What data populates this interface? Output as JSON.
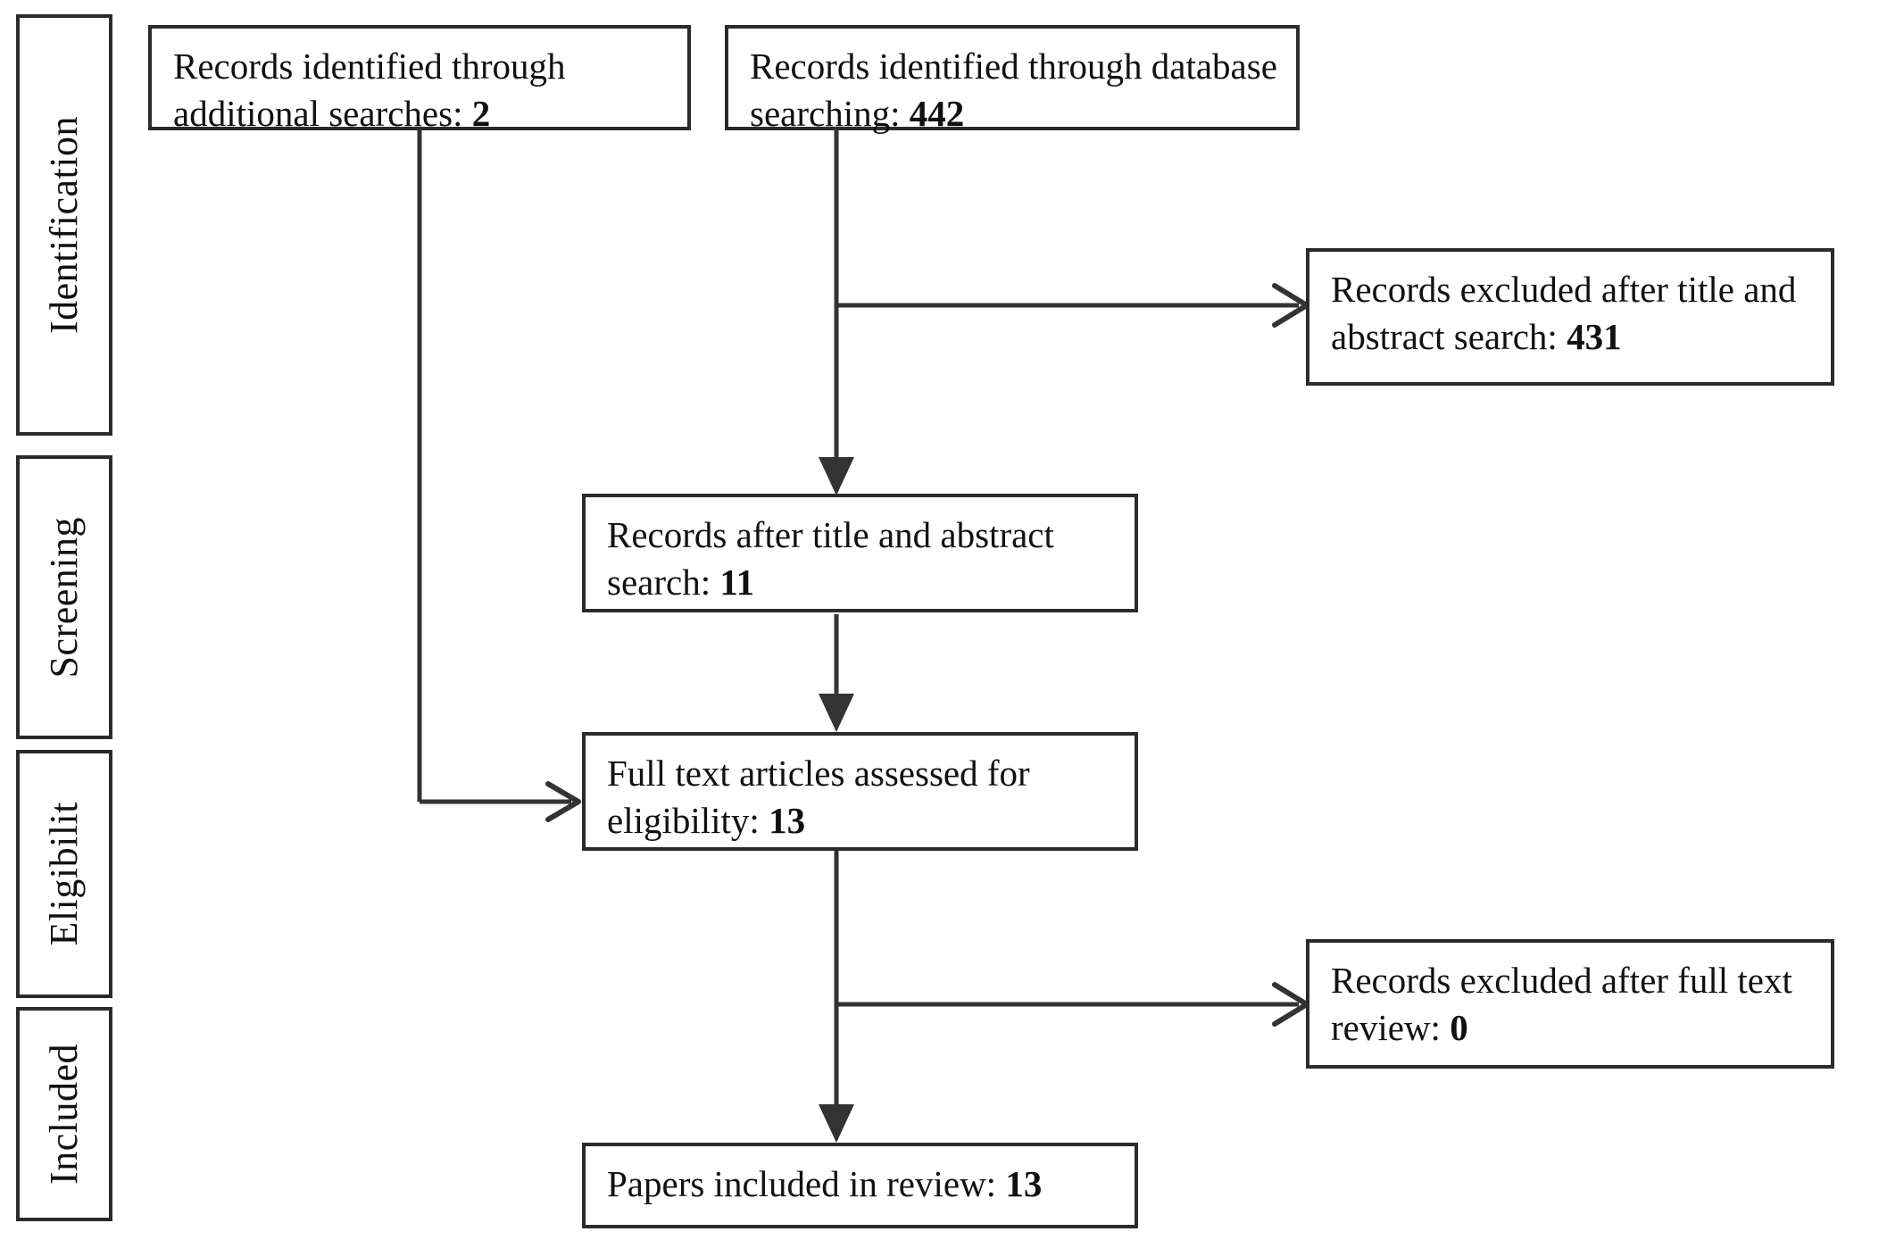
{
  "diagram": {
    "title": "PRISMA study selection flow diagram",
    "line_color": "#333333",
    "border_color": "#2b2b2b",
    "background": "#ffffff"
  },
  "stages": [
    {
      "id": "identification",
      "label": "Identification"
    },
    {
      "id": "screening",
      "label": "Screening"
    },
    {
      "id": "eligibility",
      "label": "Eligibilit"
    },
    {
      "id": "included",
      "label": "Included"
    }
  ],
  "boxes": [
    {
      "id": "additional-searches",
      "text_prefix": "Records identified through additional searches: ",
      "value": "2"
    },
    {
      "id": "database-searching",
      "text_prefix": "Records identified through database searching: ",
      "value": "442"
    },
    {
      "id": "excluded-title-abstract",
      "text_prefix": "Records excluded after title and abstract search: ",
      "value": "431"
    },
    {
      "id": "records-after-title-abstract",
      "text_prefix": "Records after title and abstract search: ",
      "value": "11"
    },
    {
      "id": "full-text-assessed",
      "text_prefix": "Full text articles assessed for eligibility: ",
      "value": "13"
    },
    {
      "id": "excluded-full-text",
      "text_prefix": "Records excluded after full text review: ",
      "value": "0"
    },
    {
      "id": "papers-included",
      "text_prefix": "Papers included in review: ",
      "value": "13"
    }
  ],
  "chart_data": {
    "type": "diagram",
    "title": "PRISMA flow diagram",
    "nodes": [
      {
        "id": "additional-searches",
        "stage": "Identification",
        "label": "Records identified through additional searches",
        "count": 2
      },
      {
        "id": "database-searching",
        "stage": "Identification",
        "label": "Records identified through database searching",
        "count": 442
      },
      {
        "id": "excluded-title-abstract",
        "stage": "Screening",
        "label": "Records excluded after title and abstract search",
        "count": 431
      },
      {
        "id": "records-after-title-abstract",
        "stage": "Screening",
        "label": "Records after title and abstract search",
        "count": 11
      },
      {
        "id": "full-text-assessed",
        "stage": "Eligibility",
        "label": "Full text articles assessed for eligibility",
        "count": 13
      },
      {
        "id": "excluded-full-text",
        "stage": "Eligibility",
        "label": "Records excluded after full text review",
        "count": 0
      },
      {
        "id": "papers-included",
        "stage": "Included",
        "label": "Papers included in review",
        "count": 13
      }
    ],
    "edges": [
      {
        "from": "database-searching",
        "to": "excluded-title-abstract",
        "kind": "exclusion"
      },
      {
        "from": "database-searching",
        "to": "records-after-title-abstract",
        "kind": "flow"
      },
      {
        "from": "records-after-title-abstract",
        "to": "full-text-assessed",
        "kind": "flow"
      },
      {
        "from": "additional-searches",
        "to": "full-text-assessed",
        "kind": "flow"
      },
      {
        "from": "full-text-assessed",
        "to": "excluded-full-text",
        "kind": "exclusion"
      },
      {
        "from": "full-text-assessed",
        "to": "papers-included",
        "kind": "flow"
      }
    ]
  }
}
